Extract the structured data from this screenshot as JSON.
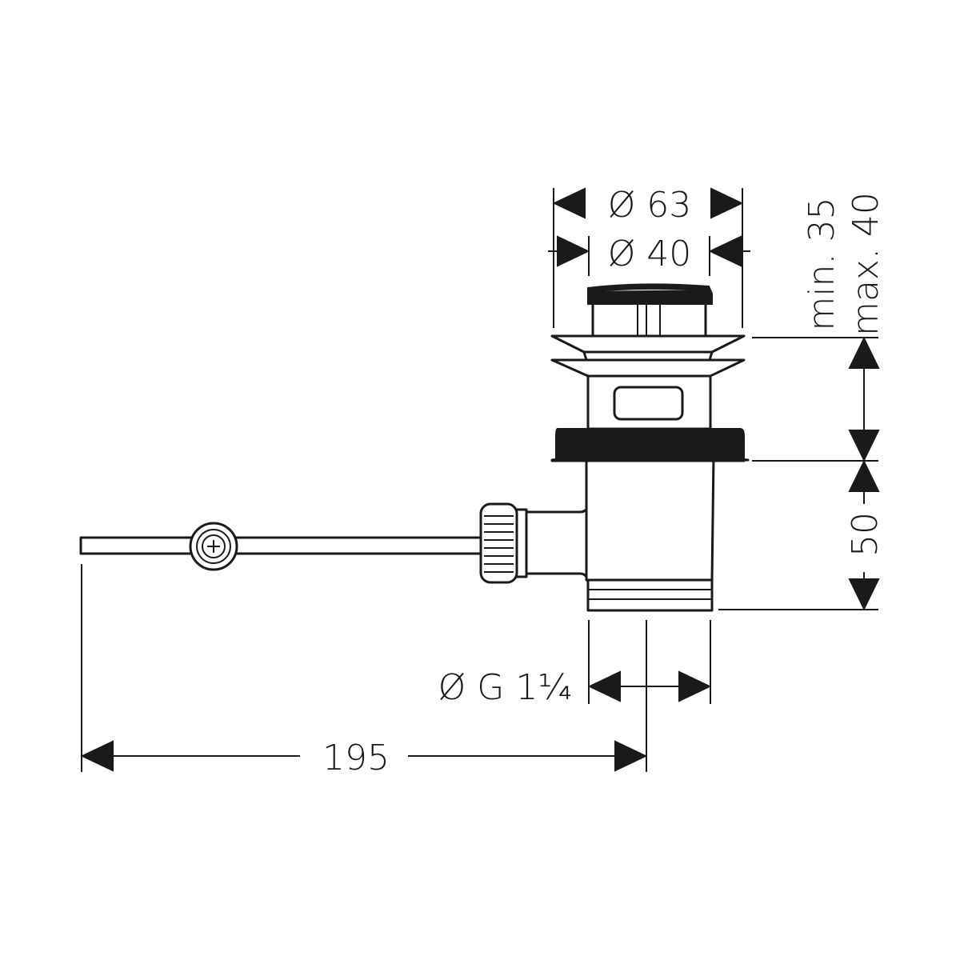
{
  "dimensions": {
    "outer_diameter": "Ø 63",
    "inner_diameter": "Ø 40",
    "min_thickness": "min. 35",
    "max_thickness": "max. 40",
    "body_height": "50",
    "thread": "Ø G 1¼",
    "lever_length": "195"
  },
  "colors": {
    "line": "#1a1a1a",
    "background": "#ffffff"
  }
}
